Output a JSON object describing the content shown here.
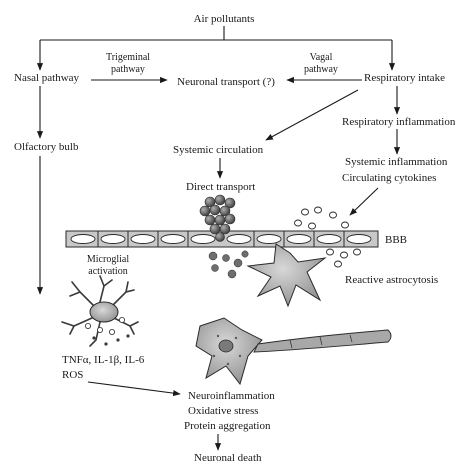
{
  "labels": {
    "air_pollutants": "Air pollutants",
    "nasal_pathway": "Nasal pathway",
    "trigeminal_1": "Trigeminal",
    "trigeminal_2": "pathway",
    "neuronal_transport": "Neuronal transport (?)",
    "vagal_1": "Vagal",
    "vagal_2": "pathway",
    "respiratory_intake": "Respiratory intake",
    "respiratory_inflammation": "Respiratory inflammation",
    "olfactory_bulb": "Olfactory bulb",
    "systemic_circulation": "Systemic circulation",
    "systemic_inflammation": "Systemic inflammation",
    "circulating_cytokines": "Circulating cytokines",
    "direct_transport": "Direct transport",
    "bbb": "BBB",
    "microglial_1": "Microglial",
    "microglial_2": "activation",
    "reactive_astrocytosis": "Reactive astrocytosis",
    "cytokines_line": "TNFα, IL-1β, IL-6",
    "ros": "ROS",
    "neuroinflammation": "Neuroinflammation",
    "oxidative_stress": "Oxidative stress",
    "protein_aggregation": "Protein aggregation",
    "neuronal_death": "Neuronal death"
  },
  "colors": {
    "line": "#1a1a1a",
    "bbb_fill": "#c8c8c8",
    "cell_body": "#9a9a9a",
    "particle": "#6e6e6e"
  }
}
